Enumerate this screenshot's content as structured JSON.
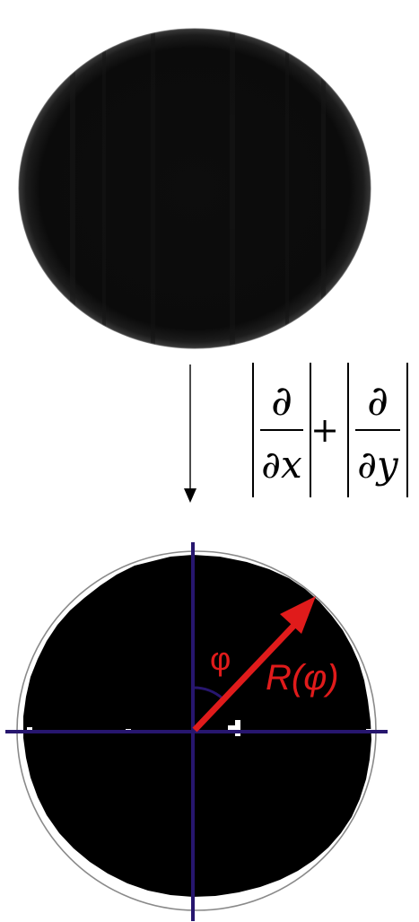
{
  "diagram": {
    "operator": {
      "partial_symbol": "∂",
      "x_denominator": "∂x",
      "y_denominator": "∂y",
      "plus_sign": "+"
    },
    "polar": {
      "angle_label": "φ",
      "radius_label": "R(φ)"
    },
    "colors": {
      "disk": "#0b0b0b",
      "binary_disk": "#000000",
      "axes": "#27166e",
      "radius_arrow": "#e01b1b",
      "reference_circle": "#8a8a8a",
      "arrow": "#000000"
    }
  }
}
